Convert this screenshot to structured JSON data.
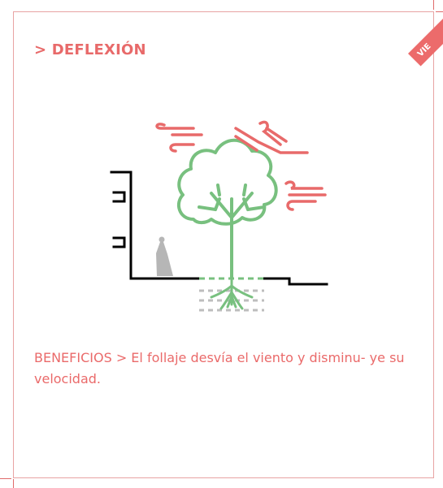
{
  "page": {
    "title": "> DEFLEXIÓN",
    "ribbon_text": "VIE",
    "benefit_text": "BENEFICIOS > El follaje desvía el viento y disminu- ye su velocidad."
  },
  "illustration": {
    "icons": [
      "wind-icon",
      "tree-icon",
      "wall-icon",
      "person-icon",
      "roots-icon"
    ],
    "colors": {
      "wind": "#e86a6a",
      "tree": "#78c07f",
      "structure": "#000000",
      "person": "#b6b6b6",
      "soil": "#bdbdbd"
    }
  }
}
